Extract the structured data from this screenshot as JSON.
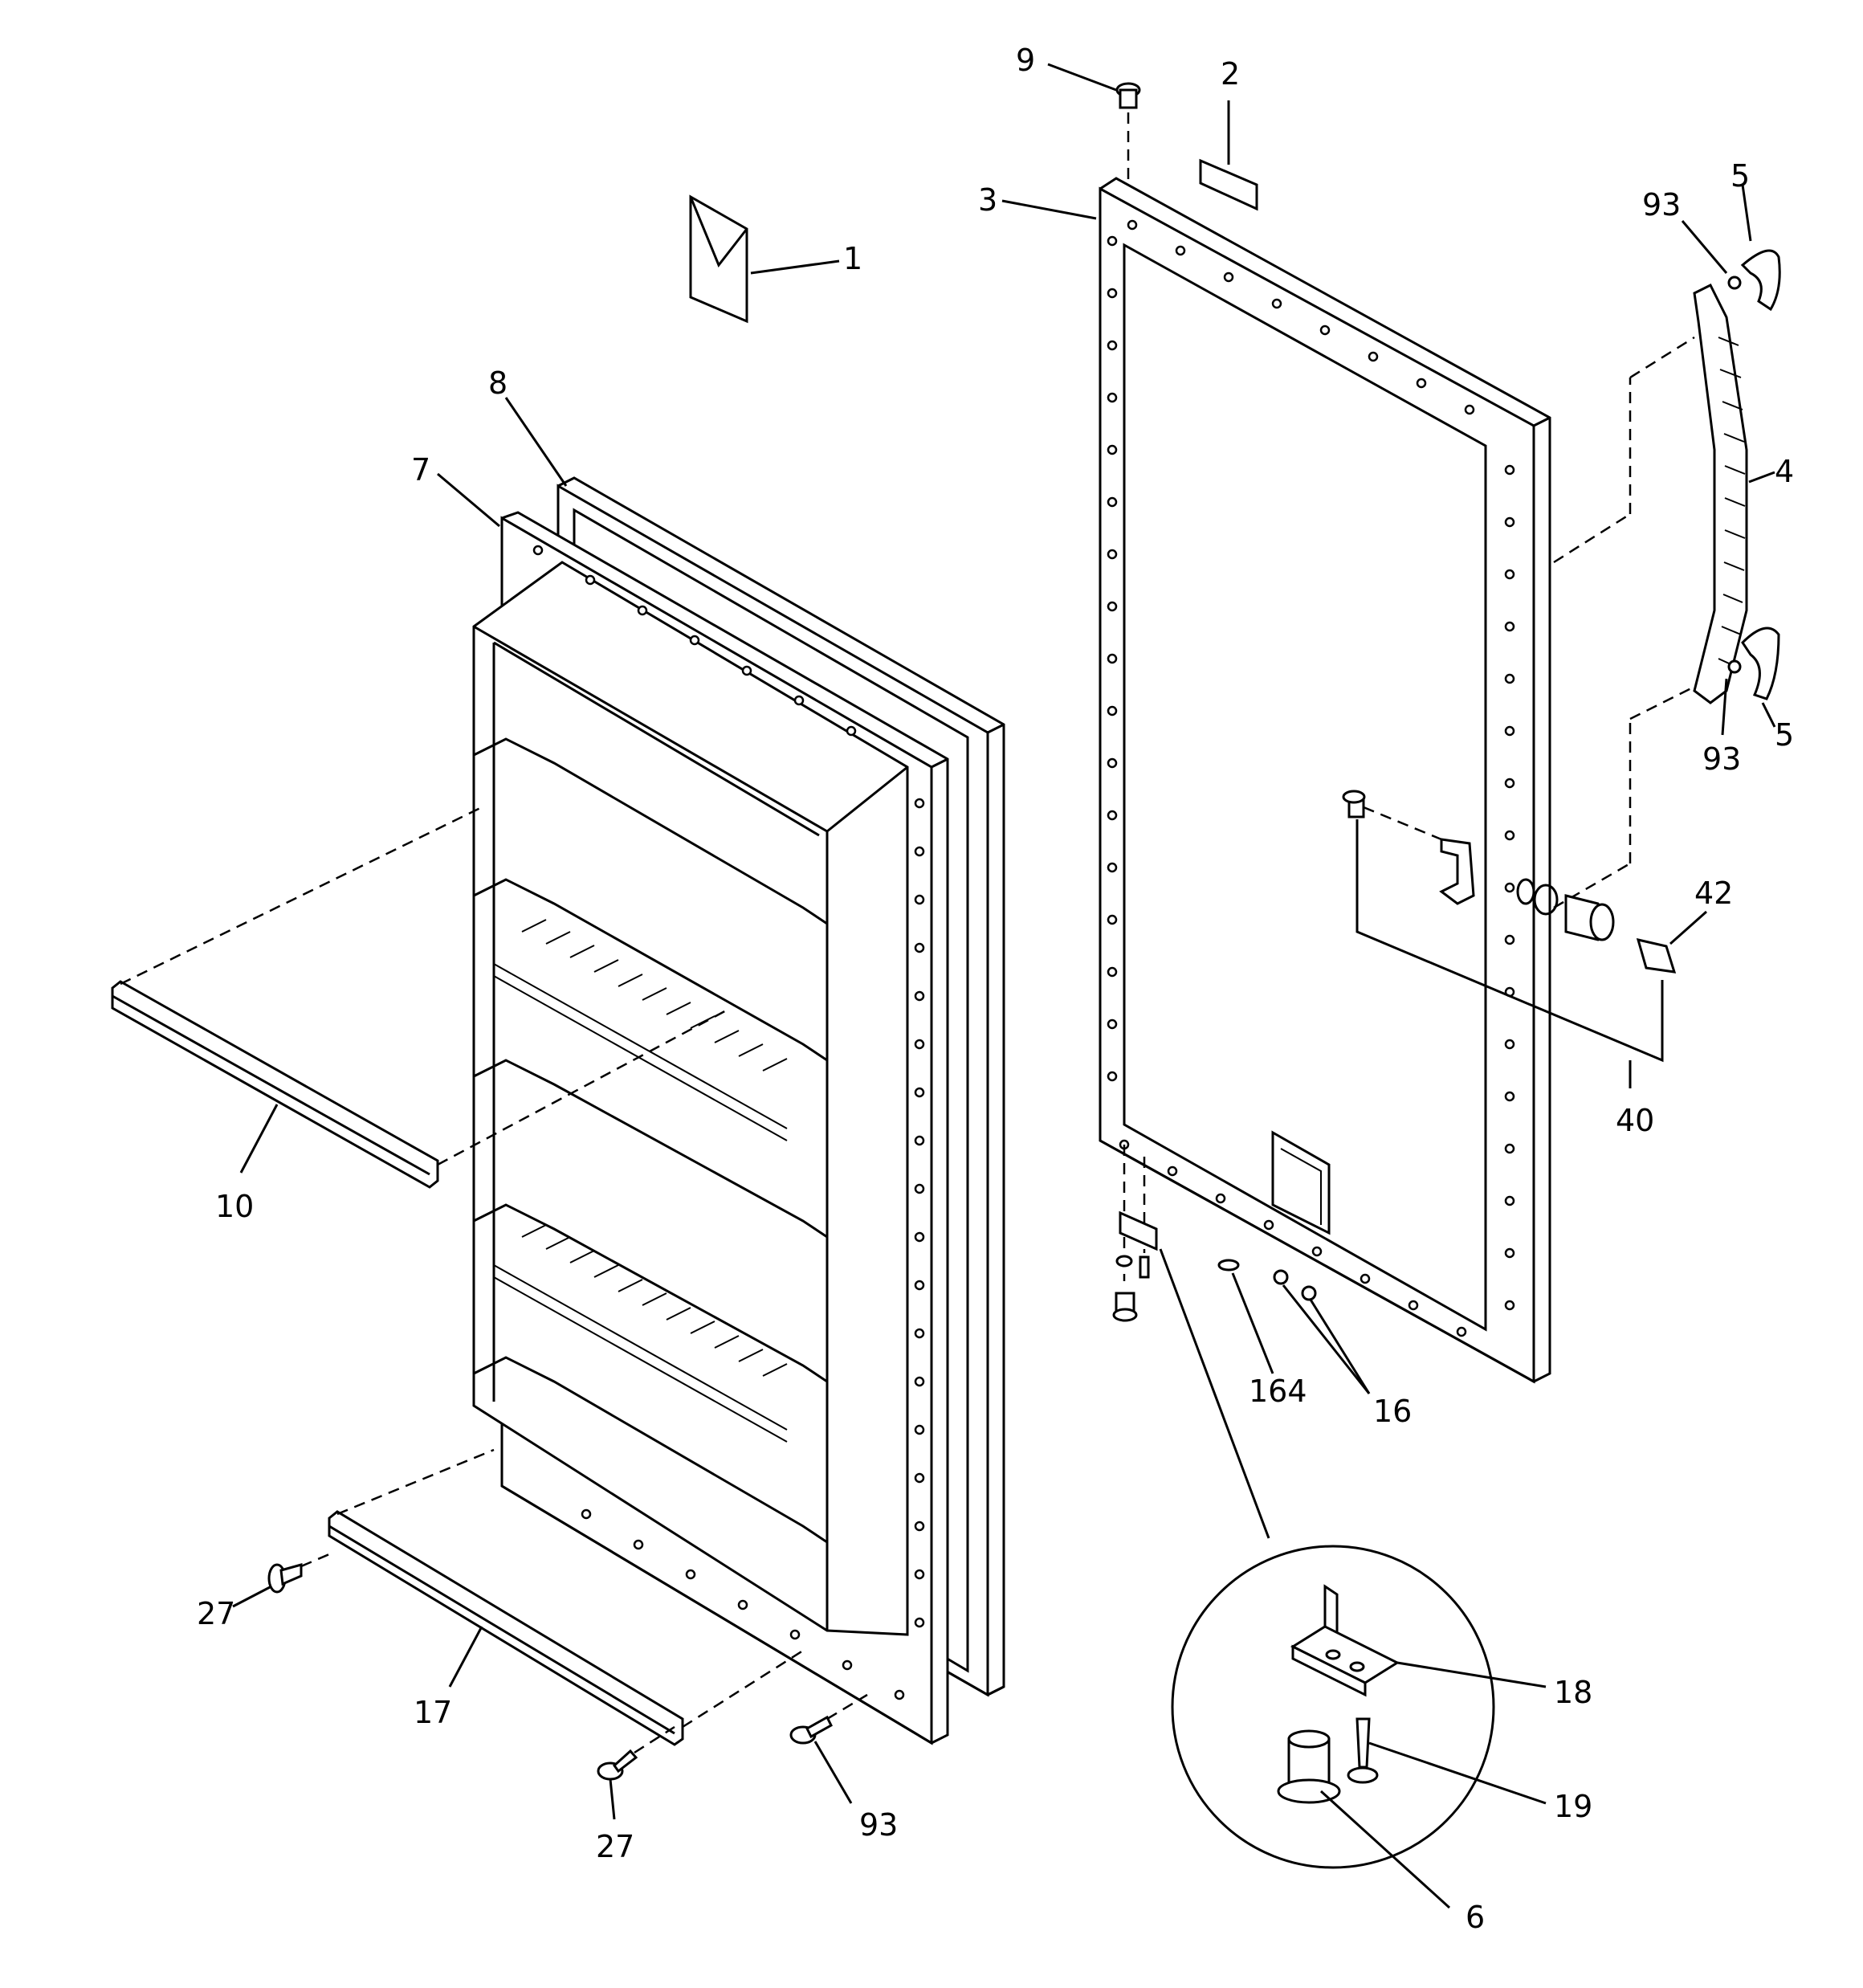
{
  "callouts": {
    "c1": "1",
    "c2": "2",
    "c3": "3",
    "c4": "4",
    "c5a": "5",
    "c5b": "5",
    "c6": "6",
    "c7": "7",
    "c8": "8",
    "c9": "9",
    "c10": "10",
    "c16": "16",
    "c17": "17",
    "c18": "18",
    "c19": "19",
    "c27a": "27",
    "c27b": "27",
    "c40": "40",
    "c42": "42",
    "c93a": "93",
    "c93b": "93",
    "c93c": "93",
    "c164": "164"
  }
}
